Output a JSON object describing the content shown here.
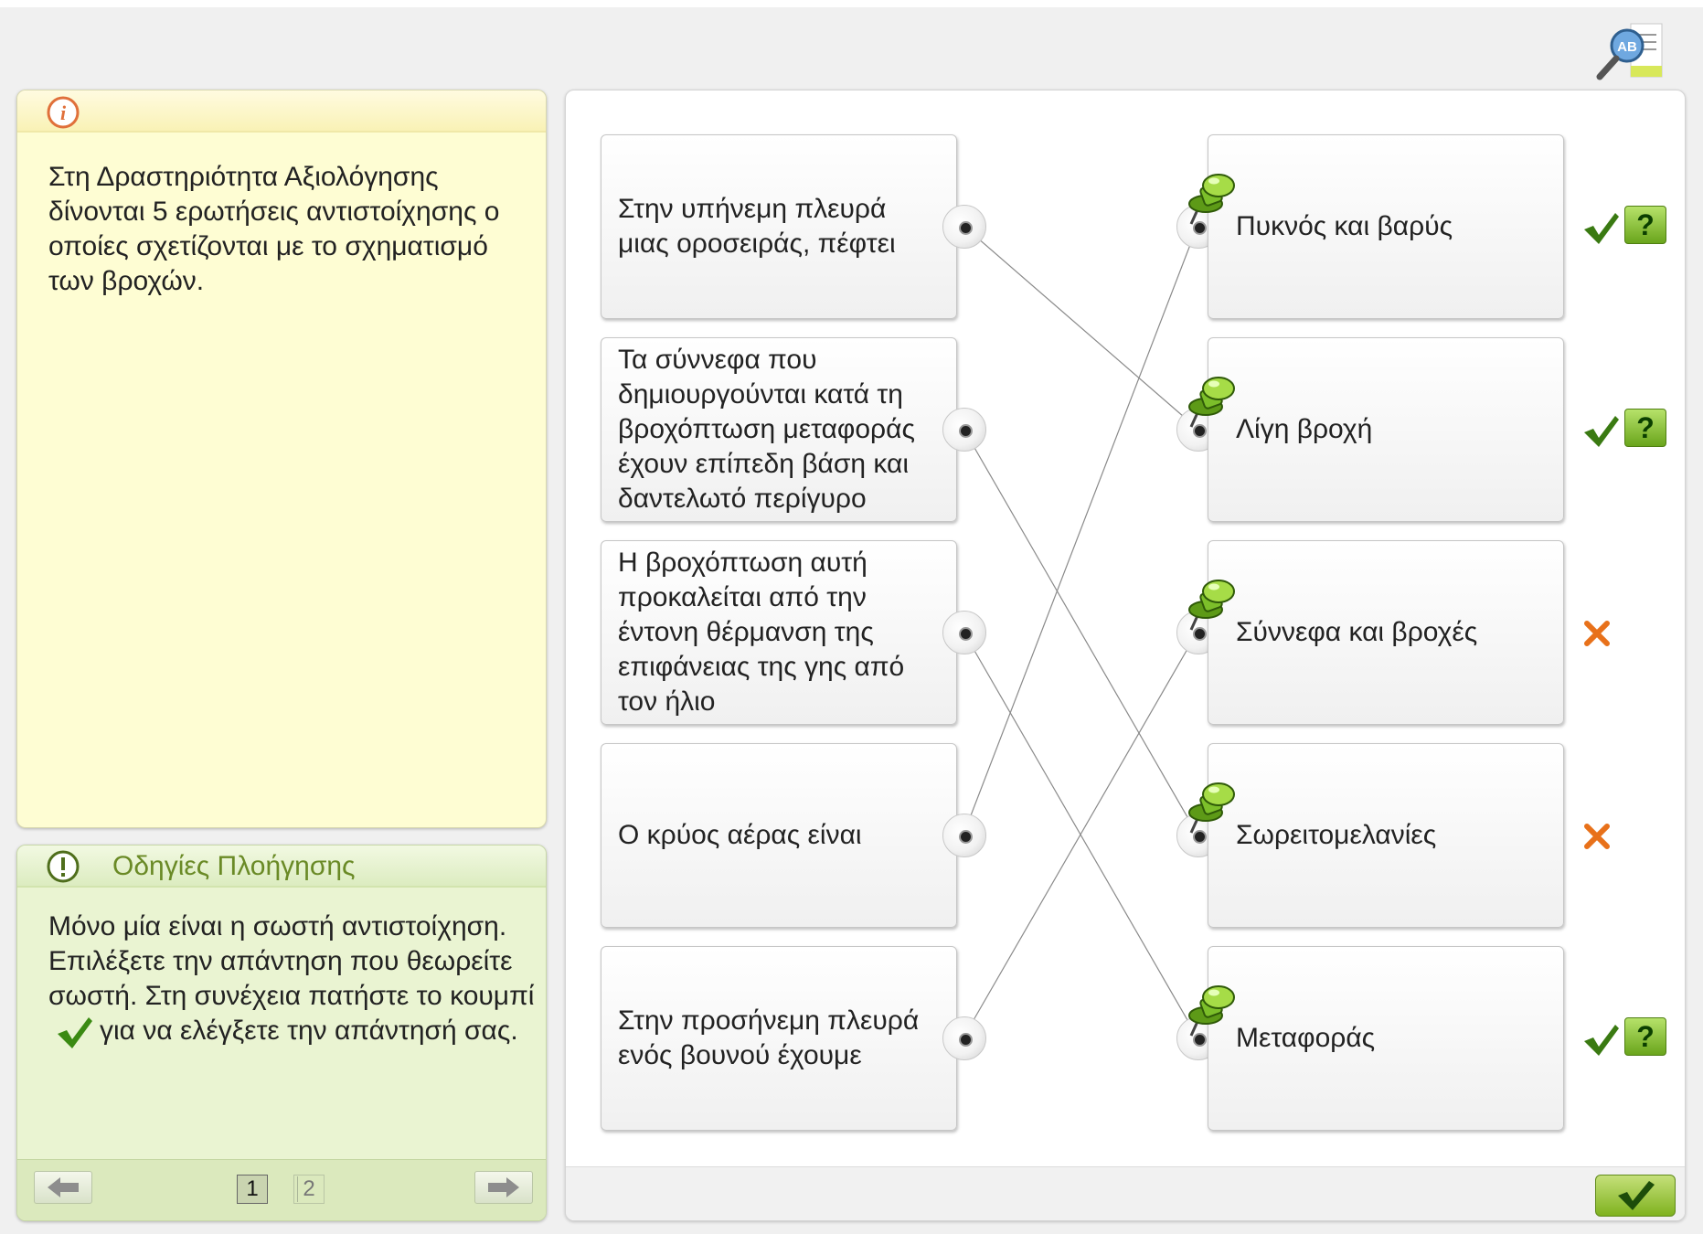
{
  "info": {
    "text": "Στη Δραστηριότητα Αξιολόγησης δίνονται 5 ερωτήσεις αντιστοίχησης ο οποίες σχετίζονται με το σχηματισμό των βροχών."
  },
  "navigation": {
    "title": "Οδηγίες Πλοήγησης",
    "text_before": "Μόνο μία είναι η σωστή αντιστοίχηση. Επιλέξετε την απάντηση που θεωρείτε σωστή. Στη συνέχεια πατήστε το κουμπί",
    "text_after": "για να ελέγξετε την απάντησή σας.",
    "pages": [
      "1",
      "2"
    ],
    "current_page": "1"
  },
  "glossary": {
    "icon_text": "AB"
  },
  "left_items": [
    "Στην υπήνεμη πλευρά μιας οροσειράς, πέφτει",
    "Τα σύννεφα που δημιουργούνται κατά τη βροχόπτωση μεταφοράς έχουν επίπεδη βάση και δαντελωτό περίγυρο",
    "Η βροχόπτωση αυτή προκαλείται από την έντονη θέρμανση της επιφάνειας της γης από τον ήλιο",
    "Ο κρύος αέρας είναι",
    "Στην προσήνεμη πλευρά ενός βουνού έχουμε"
  ],
  "right_items": [
    "Πυκνός και βαρύς",
    "Λίγη βροχή",
    "Σύννεφα και βροχές",
    "Σωρειτομελανίες",
    "Μεταφοράς"
  ],
  "connections": [
    {
      "from": 0,
      "to": 1
    },
    {
      "from": 1,
      "to": 3
    },
    {
      "from": 2,
      "to": 4
    },
    {
      "from": 3,
      "to": 0
    },
    {
      "from": 4,
      "to": 2
    }
  ],
  "feedback": [
    "correct",
    "correct",
    "wrong",
    "wrong",
    "correct"
  ],
  "help_label": "?",
  "colors": {
    "correct": "#3a7a12",
    "wrong": "#e8711a",
    "info_bg": "#fefdd3",
    "nav_bg": "#eaf4d2",
    "nav_title": "#6a8a26"
  }
}
